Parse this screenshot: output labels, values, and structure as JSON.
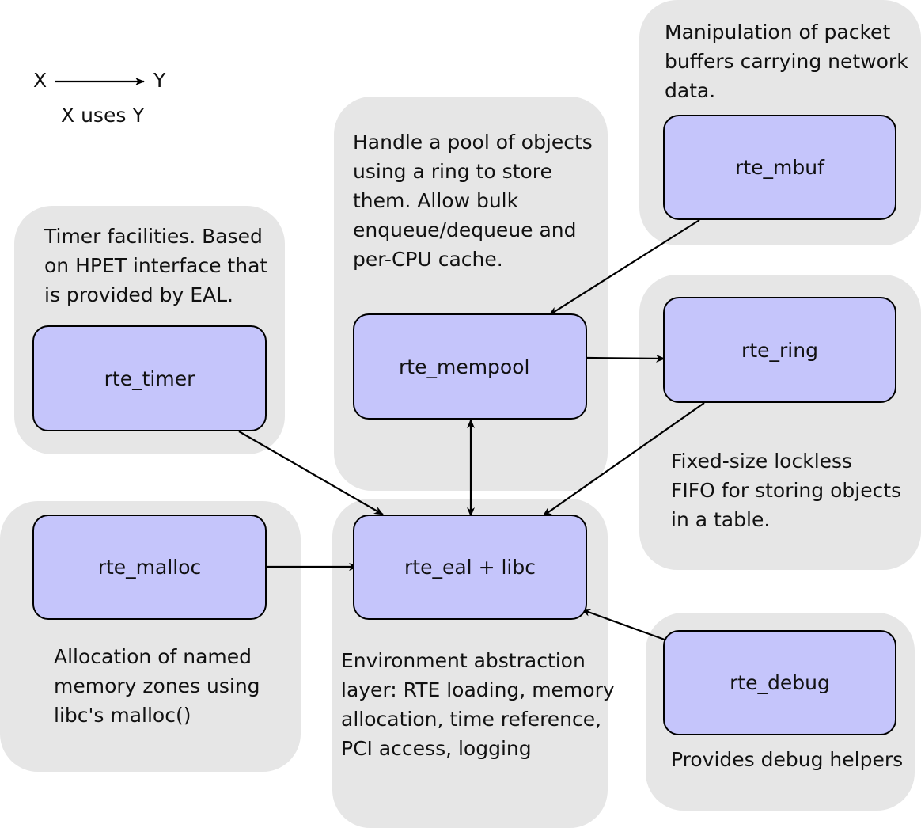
{
  "legend": {
    "x_label": "X",
    "y_label": "Y",
    "caption": "X uses Y"
  },
  "nodes": {
    "mbuf": {
      "label": "rte_mbuf",
      "description": "Manipulation of packet\nbuffers carrying network\ndata."
    },
    "mempool": {
      "label": "rte_mempool",
      "description": "Handle a pool of objects\nusing a ring to store\nthem. Allow bulk\nenqueue/dequeue and\nper-CPU cache."
    },
    "timer": {
      "label": "rte_timer",
      "description": "Timer facilities. Based\non HPET interface that\nis provided by EAL."
    },
    "ring": {
      "label": "rte_ring",
      "description": "Fixed-size lockless\nFIFO for storing objects\nin a table."
    },
    "malloc": {
      "label": "rte_malloc",
      "description": "Allocation of named\nmemory zones using\nlibc's malloc()"
    },
    "eal": {
      "label": "rte_eal + libc",
      "description": "Environment abstraction\nlayer: RTE loading, memory\nallocation, time reference,\nPCI access, logging"
    },
    "debug": {
      "label": "rte_debug",
      "description": "Provides debug helpers"
    }
  },
  "edges": [
    {
      "from": "rte_mbuf",
      "to": "rte_mempool"
    },
    {
      "from": "rte_mempool",
      "to": "rte_ring"
    },
    {
      "from": "rte_timer",
      "to": "rte_eal + libc"
    },
    {
      "from": "rte_mempool",
      "to": "rte_eal + libc",
      "bidirectional": true
    },
    {
      "from": "rte_ring",
      "to": "rte_eal + libc"
    },
    {
      "from": "rte_malloc",
      "to": "rte_eal + libc"
    },
    {
      "from": "rte_debug",
      "to": "rte_eal + libc"
    }
  ],
  "colors": {
    "panel": "#e6e6e6",
    "node_fill": "#c5c5fb",
    "stroke": "#000000"
  }
}
